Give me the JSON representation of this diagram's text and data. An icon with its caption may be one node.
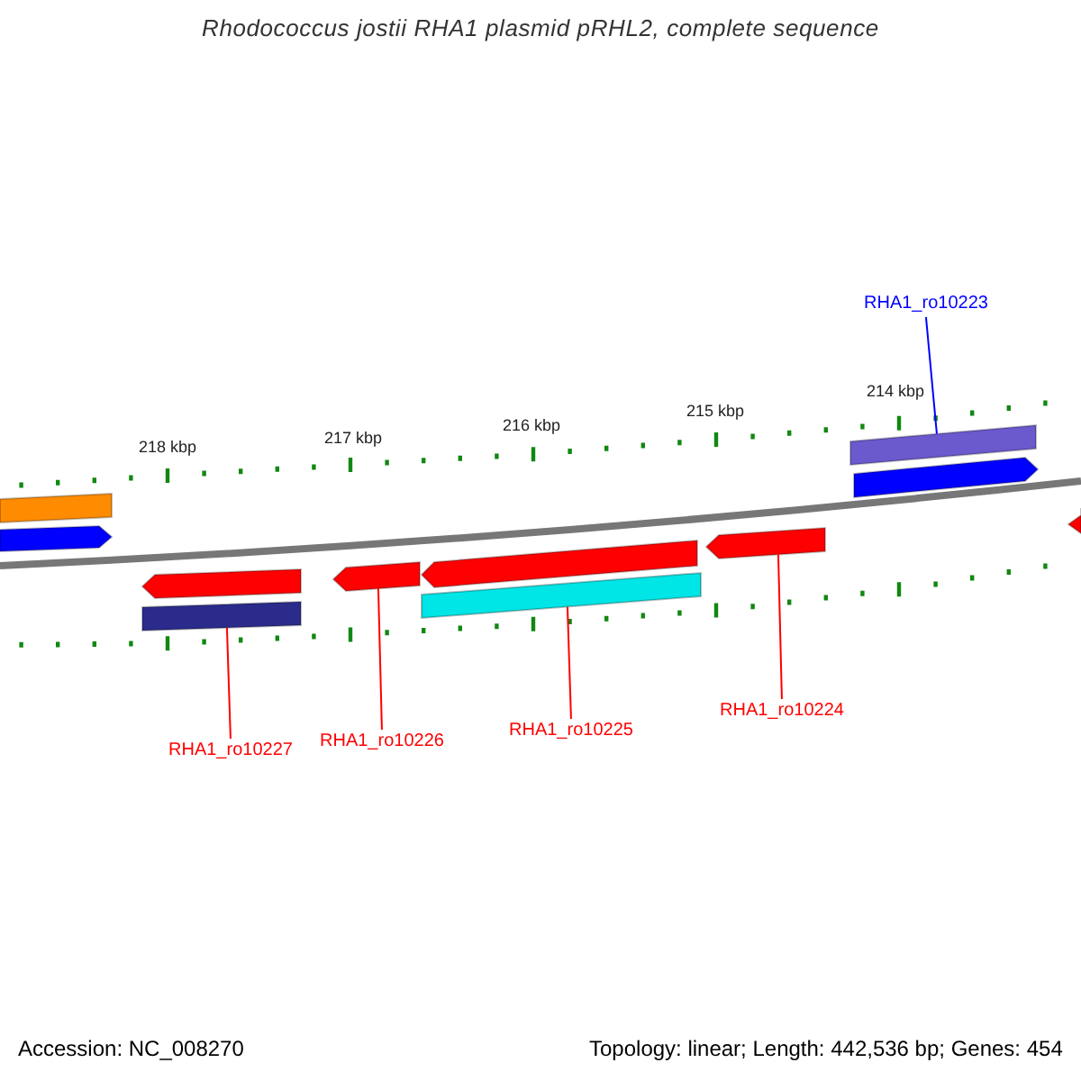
{
  "diagram": {
    "title": "Rhodococcus jostii RHA1 plasmid pRHL2, complete sequence",
    "nodes": [
      {
        "text": [
          "RHA1_ro10223"
        ]
      },
      {
        "text": [],
        "shape": "bar"
      },
      {
        "text": [],
        "shape": "bar"
      },
      {
        "text": [],
        "shape": "arrow"
      },
      {
        "text": [],
        "shape": "arrow"
      },
      {
        "text": [],
        "shape": "arrow"
      },
      {
        "text": [],
        "shape": "arrow"
      },
      {
        "text": [],
        "shape": "arrow"
      },
      {
        "text": [],
        "shape": "arrow"
      },
      {
        "text": [],
        "shape": "arrow"
      },
      {
        "text": [],
        "shape": "bar"
      },
      {
        "text": [],
        "shape": "bar"
      },
      {
        "text": [
          "RHA1_ro10224"
        ]
      },
      {
        "text": [
          "RHA1_ro10225"
        ]
      },
      {
        "text": [
          "RHA1_ro10226"
        ]
      },
      {
        "text": [
          "RHA1_ro10227"
        ]
      }
    ],
    "edges": [
      {
        "from": 0,
        "to": 1,
        "arrow": "none",
        "color": "#0000ff"
      },
      {
        "from": 12,
        "to": 9,
        "arrow": "none"
      },
      {
        "from": 13,
        "to": 11,
        "arrow": "none"
      },
      {
        "from": 14,
        "to": 7,
        "arrow": "none"
      },
      {
        "from": 15,
        "to": 10,
        "arrow": "none"
      }
    ],
    "labels": [
      "214 kbp",
      "215 kbp",
      "216 kbp",
      "217 kbp",
      "218 kbp",
      "Accession: NC_008270",
      "Topology: linear; Length: 442,536 bp; Genes: 454"
    ]
  }
}
